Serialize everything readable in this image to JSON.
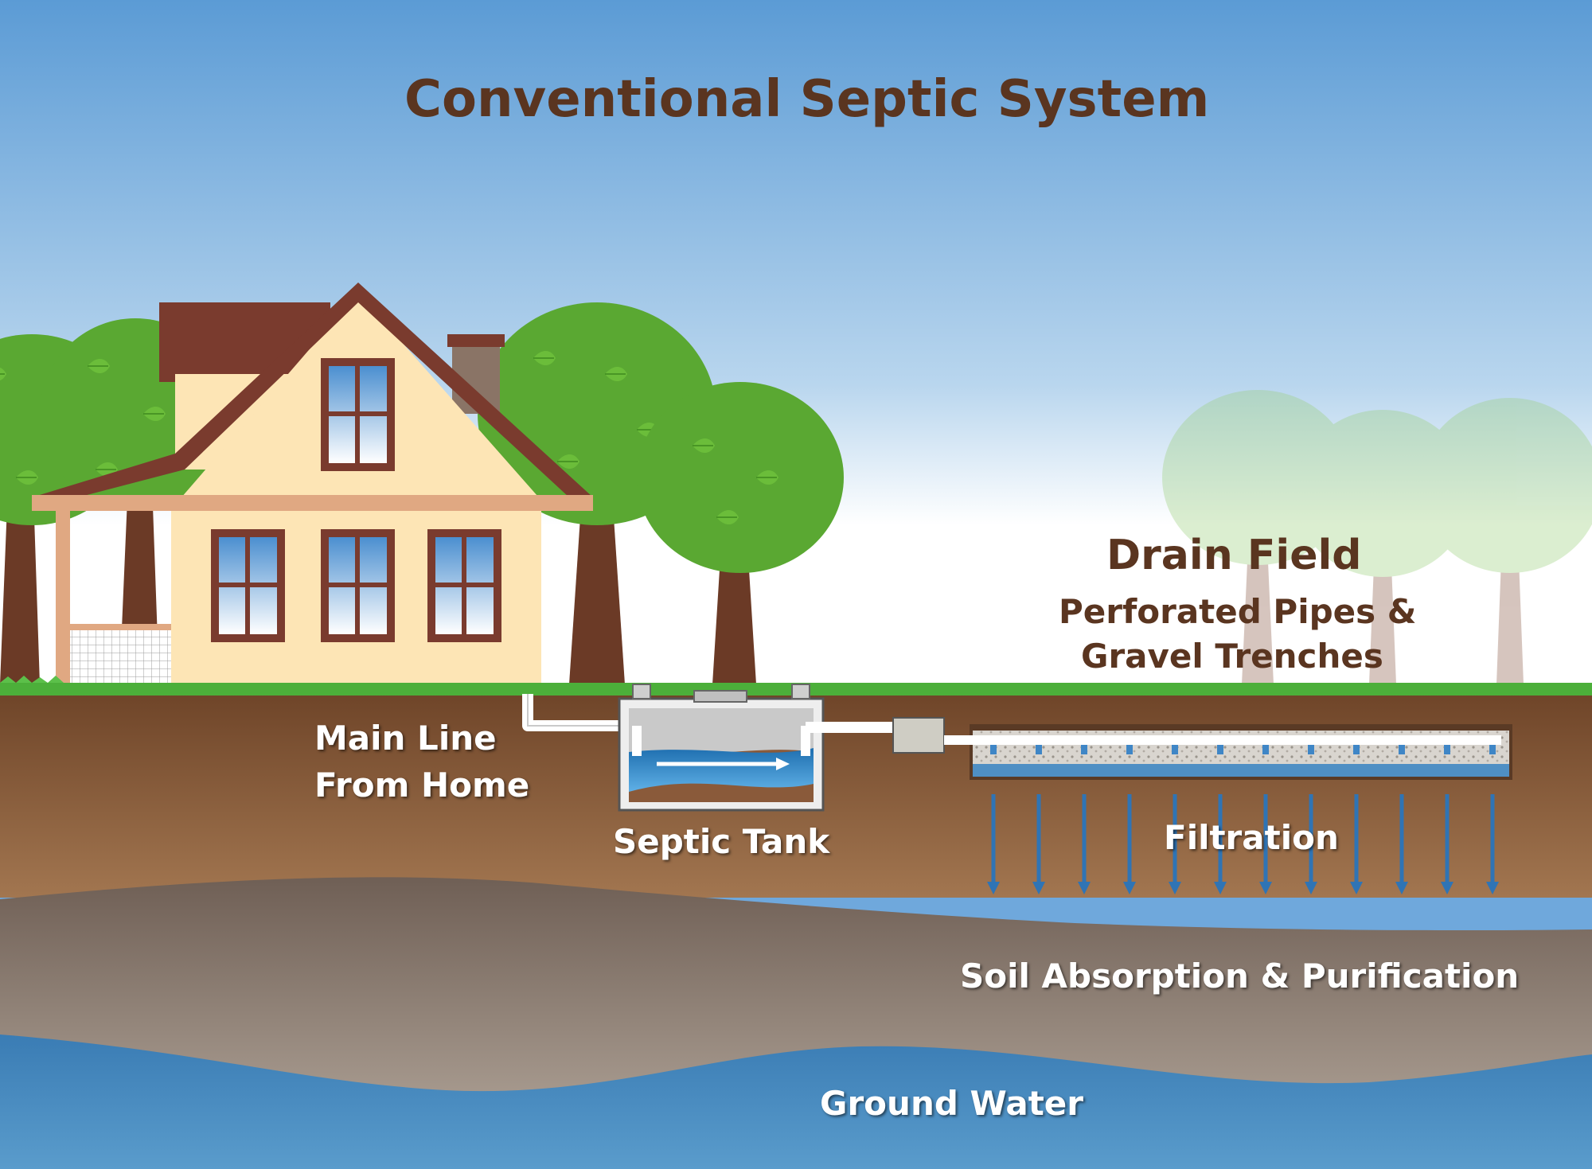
{
  "title": "Conventional Septic System",
  "labels": {
    "drain_field": "Drain Field",
    "drain_field_sub_1": "Perforated Pipes &",
    "drain_field_sub_2": "Gravel Trenches",
    "main_line_1": "Main Line",
    "main_line_2": "From Home",
    "septic_tank": "Septic Tank",
    "filtration": "Filtration",
    "soil_absorption": "Soil Absorption & Purification",
    "ground_water": "Ground Water"
  },
  "colors": {
    "sky_top": "#5b9bd5",
    "sky_bottom": "#ffffff",
    "grass": "#4caf3a",
    "soil": "#8a5a3a",
    "deep_soil": "#8f8075",
    "ground_water": "#3f82b8",
    "title_brown": "#5a3520",
    "house_wall": "#fde5b5",
    "roof": "#7a3b2e",
    "flow_arrow": "#2f74b5"
  },
  "icons": [
    "house-icon",
    "tree-icon",
    "septic-tank-icon",
    "perforated-pipe-icon",
    "down-arrow-icon"
  ]
}
